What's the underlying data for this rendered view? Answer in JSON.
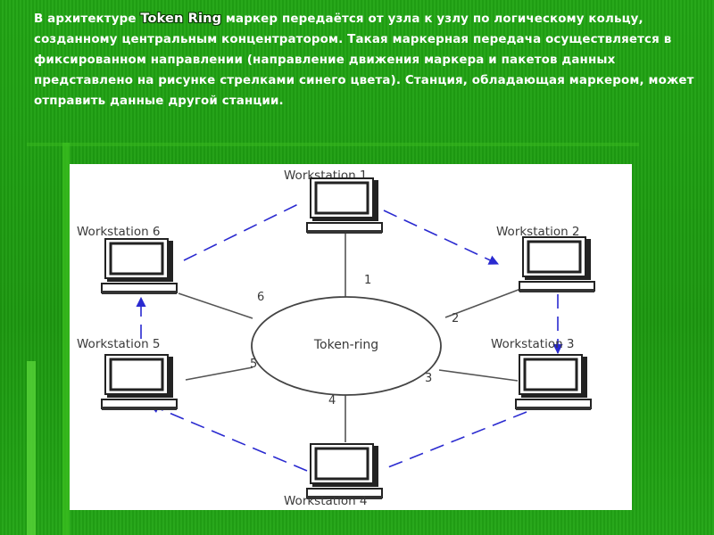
{
  "intro": {
    "before": "В архитектуре ",
    "highlight": "Token Ring",
    "after": " маркер передаётся от узла к узлу по логическому кольцу, созданному центральным концентратором. Такая маркерная передача осуществляется в фиксированном направлении (направление движения маркера и пакетов данных представлено на рисунке стрелками синего цвета). Станция, обладающая маркером, может отправить данные другой станции."
  },
  "diagram": {
    "hub_label": "Token-ring",
    "workstations": [
      {
        "label": "Workstation 1",
        "link": "1"
      },
      {
        "label": "Workstation 2",
        "link": "2"
      },
      {
        "label": "Workstation 3",
        "link": "3"
      },
      {
        "label": "Workstation 4",
        "link": "4"
      },
      {
        "label": "Workstation 5",
        "link": "5"
      },
      {
        "label": "Workstation 6",
        "link": "6"
      }
    ],
    "ring_direction": "1 → 2 → 3 → 4 → 5 → 6 → 1",
    "colors": {
      "background": "#1f9a12",
      "text": "#ffffff",
      "arrow": "#2a2ad0",
      "line": "#3a3a3a"
    }
  }
}
